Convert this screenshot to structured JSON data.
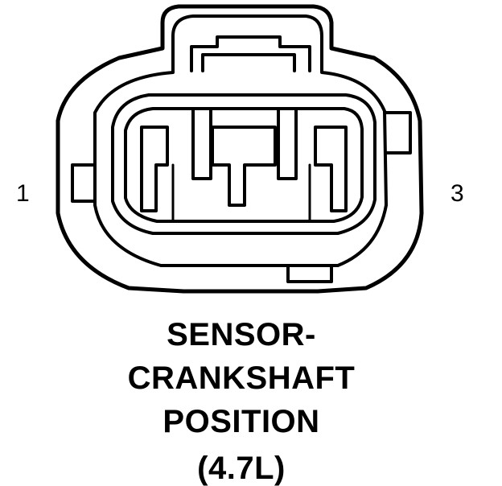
{
  "pins": {
    "left": "1",
    "right": "3"
  },
  "caption": {
    "line1": "SENSOR-",
    "line2": "CRANKSHAFT",
    "line3": "POSITION",
    "line4": "(4.7L)"
  },
  "colors": {
    "line": "#000000",
    "background": "#ffffff"
  }
}
